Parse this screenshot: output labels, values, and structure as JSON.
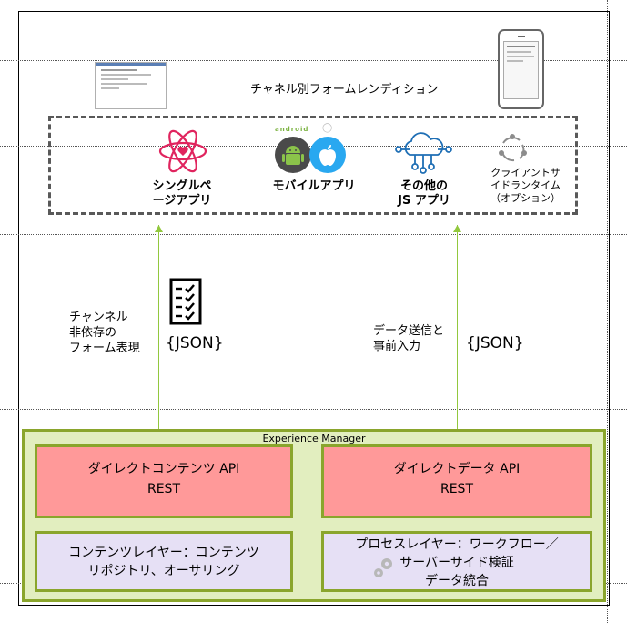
{
  "title": "チャネル別フォームレンディション",
  "channels": {
    "single_page": "シングルペ\nージアプリ",
    "mobile": "モバイルアプリ",
    "android_badge": "android",
    "js": "その他の\nJS アプリ",
    "client_side": "クライアントサ\nイドランタイム\n（オプション）"
  },
  "left_flow": {
    "text": "チャンネル\n非依存の\nフォーム表現",
    "json": "{JSON}"
  },
  "right_flow": {
    "text": "データ送信と\n事前入力",
    "json": "{JSON}"
  },
  "experience_manager": {
    "title": "Experience Manager",
    "content_api": "ダイレクトコンテンツ API\nREST",
    "data_api": "ダイレクトデータ API\nREST",
    "content_layer": "コンテンツレイヤー：コンテンツ\nリポジトリ、オーサリング",
    "process_layer": "プロセスレイヤー：ワークフロー／\nサーバーサイド検証\nデータ統合"
  },
  "colors": {
    "em_fill": "#e2eebf",
    "em_border": "#8aa52c",
    "api_fill": "#ff9999",
    "layer_fill": "#e6e0f5",
    "react_icon": "#e0245e",
    "cloud_icon": "#1f6fb5",
    "arrow": "#92c83e"
  }
}
